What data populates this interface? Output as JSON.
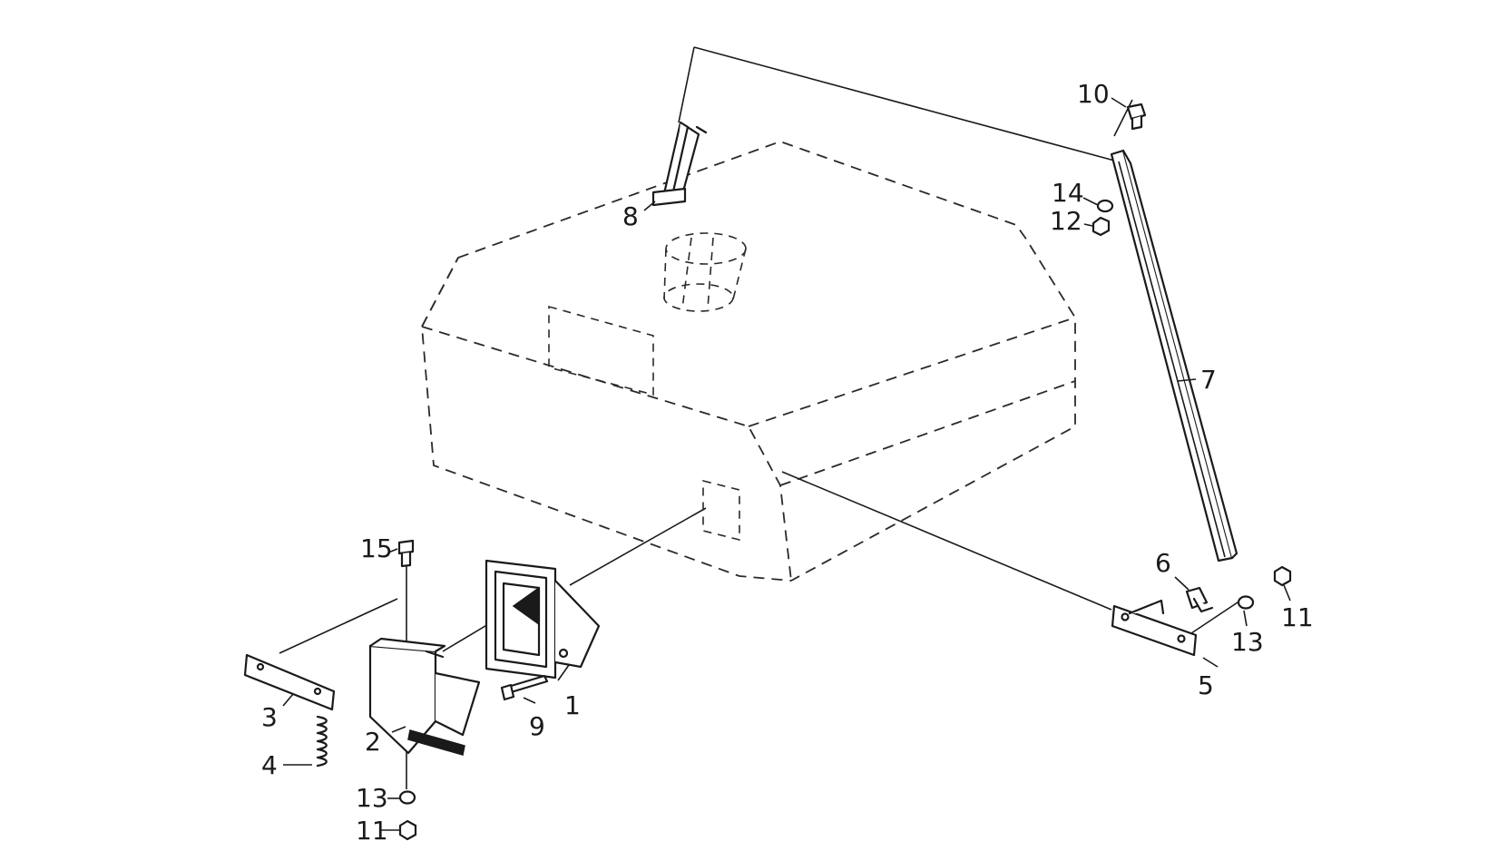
{
  "callouts": {
    "c1": "1",
    "c2": "2",
    "c3": "3",
    "c4": "4",
    "c5": "5",
    "c6": "6",
    "c7": "7",
    "c8": "8",
    "c9": "9",
    "c10": "10",
    "c11a": "11",
    "c11b": "11",
    "c12": "12",
    "c13a": "13",
    "c13b": "13",
    "c14": "14",
    "c15": "15"
  }
}
